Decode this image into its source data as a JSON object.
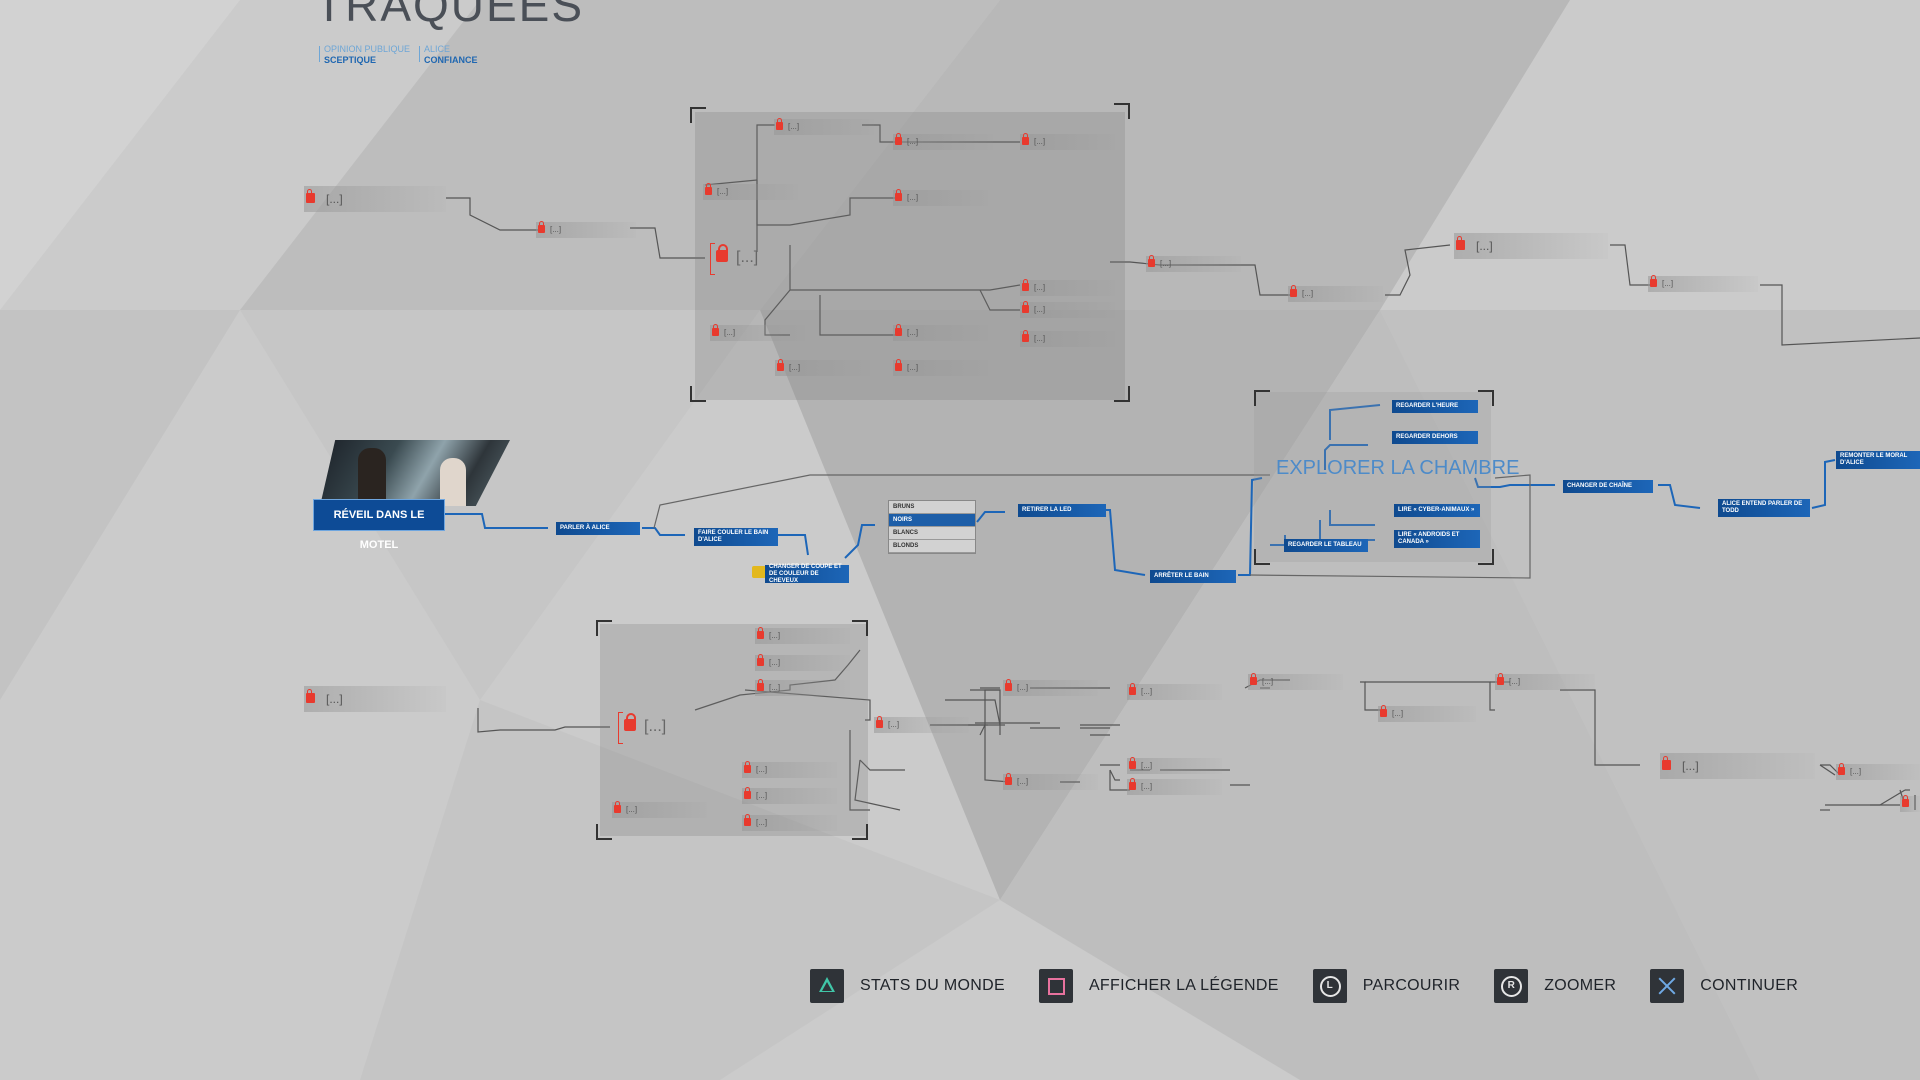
{
  "chapter_title": "TRAQUÉES",
  "stats": {
    "public_opinion": {
      "label": "OPINION PUBLIQUE",
      "value": "SCEPTIQUE"
    },
    "alice": {
      "label": "ALICE",
      "value": "CONFIANCE"
    }
  },
  "locked_placeholder": "[...]",
  "start_node": "RÉVEIL DANS LE MOTEL",
  "nodes": {
    "parler_alice": "PARLER À ALICE",
    "faire_couler": "FAIRE COULER LE BAIN D'ALICE",
    "changer_coupe": "CHANGER DE COUPE ET DE COULEUR DE CHEVEUX",
    "retirer_led": "RETIRER LA LED",
    "arreter_bain": "ARRÊTER LE BAIN",
    "regarder_heure": "REGARDER L'HEURE",
    "regarder_dehors": "REGARDER DEHORS",
    "lire_cyber": "LIRE « CYBER-ANIMAUX »",
    "lire_androids": "LIRE « ANDROIDS ET CANADA »",
    "regarder_tableau": "REGARDER LE TABLEAU",
    "changer_chaine": "CHANGER DE CHAÎNE",
    "alice_todd": "ALICE ENTEND PARLER DE TODD",
    "remonter_moral": "REMONTER LE MORAL D'ALICE"
  },
  "hair_choices": [
    "BRUNS",
    "NOIRS",
    "BLANCS",
    "BLONDS"
  ],
  "hair_selected": "NOIRS",
  "explore_title": "EXPLORER LA CHAMBRE",
  "buttons": {
    "stats": "STATS DU MONDE",
    "legend": "AFFICHER LA LÉGENDE",
    "browse": "PARCOURIR",
    "zoom": "ZOOMER",
    "continue": "CONTINUER",
    "browse_key": "L",
    "zoom_key": "R"
  },
  "colors": {
    "locked": "#e83a2e",
    "path": "#1d66b8",
    "accent_triangle": "#40c6a8",
    "accent_square": "#e8729e",
    "accent_cross": "#6fa9e4"
  },
  "icons": [
    "lock-icon",
    "triangle-button-icon",
    "square-button-icon",
    "l-stick-icon",
    "r-stick-icon",
    "cross-button-icon"
  ]
}
